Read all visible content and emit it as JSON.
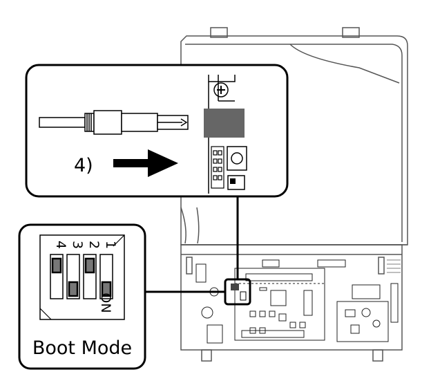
{
  "step_label": "4)",
  "boot_mode": {
    "title": "Boot Mode",
    "switch_numbers": [
      "4",
      "3",
      "2",
      "1"
    ],
    "on_label": "ON",
    "switch_positions": [
      "up",
      "down",
      "up",
      "down"
    ]
  },
  "colors": {
    "line": "#000000",
    "module": "#666666",
    "knob": "#777777",
    "panel_fill": "#ffffff",
    "housing_line": "#555555"
  },
  "icons": [
    "usb-b-cable-icon",
    "insert-arrow-icon",
    "screw-icon",
    "tactile-button-icon"
  ]
}
